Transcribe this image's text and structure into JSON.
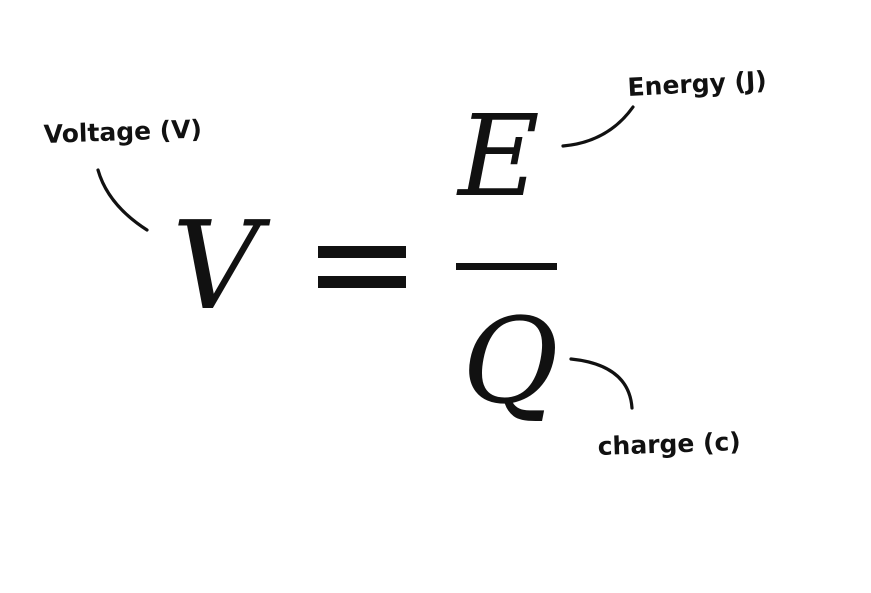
{
  "equation": {
    "lhs": "V",
    "equals": "=",
    "numerator": "E",
    "denominator": "Q"
  },
  "annotations": {
    "voltage": "Voltage (V)",
    "energy": "Energy (J)",
    "charge": "charge (c)"
  },
  "colors": {
    "ink": "#111111",
    "background": "#ffffff"
  }
}
